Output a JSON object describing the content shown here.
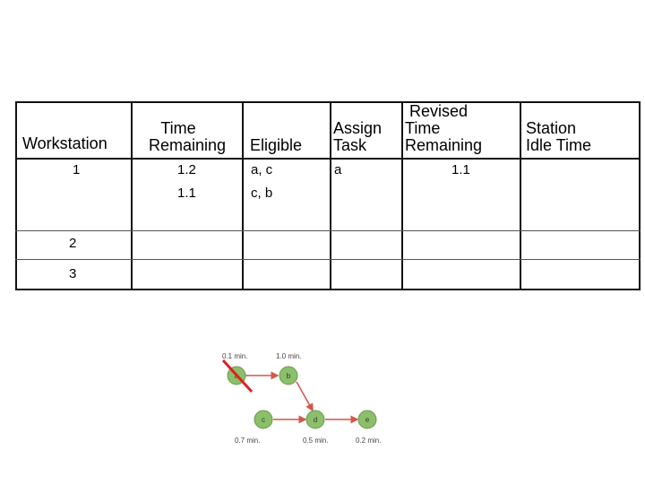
{
  "table": {
    "headers": {
      "workstation": [
        "Workstation"
      ],
      "time_remaining": [
        "Time",
        "Remaining"
      ],
      "eligible": [
        "Eligible"
      ],
      "assign_task": [
        "Assign",
        "Task"
      ],
      "revised_time_remaining": [
        "Revised",
        "Time",
        "Remaining"
      ],
      "station_idle_time": [
        "Station",
        "Idle Time"
      ]
    },
    "rows": [
      {
        "workstation": "1",
        "time_remaining": "1.2",
        "eligible": "a, c",
        "assign_task": "a",
        "revised_time_remaining": "1.1"
      },
      {
        "workstation": "",
        "time_remaining": "1.1",
        "eligible": "c, b",
        "assign_task": "",
        "revised_time_remaining": ""
      },
      {
        "workstation": "2"
      },
      {
        "workstation": "3"
      }
    ]
  },
  "diagram": {
    "nodes": [
      {
        "id": "a",
        "label": "a",
        "time": "0.1 min."
      },
      {
        "id": "b",
        "label": "b",
        "time": "1.0 min."
      },
      {
        "id": "c",
        "label": "c",
        "time": "0.7 min."
      },
      {
        "id": "d",
        "label": "d",
        "time": "0.5 min."
      },
      {
        "id": "e",
        "label": "e",
        "time": "0.2 min."
      }
    ],
    "edges": [
      [
        "a",
        "b"
      ],
      [
        "b",
        "d"
      ],
      [
        "c",
        "d"
      ],
      [
        "d",
        "e"
      ]
    ],
    "colors": {
      "node_fill": "#8bbf6a",
      "node_stroke": "#6a9a4d",
      "edge": "#d4564a",
      "strike": "#e02020",
      "label": "#444444"
    }
  }
}
